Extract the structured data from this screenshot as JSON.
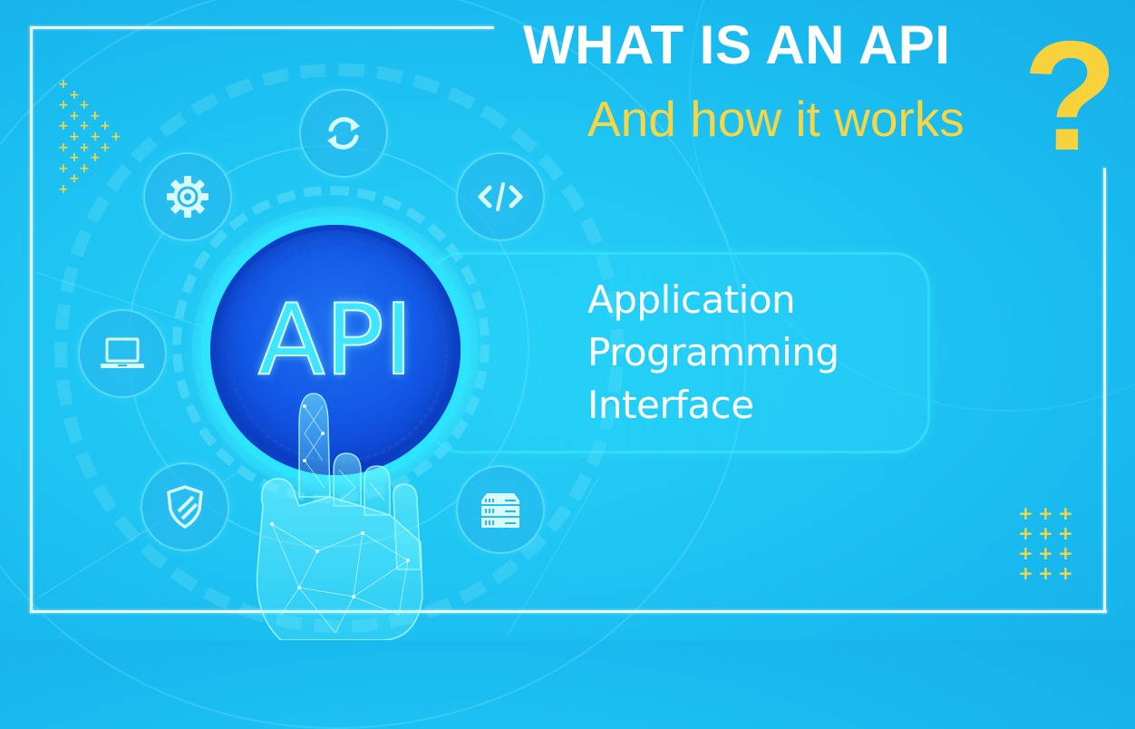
{
  "header": {
    "title": "WHAT IS AN API",
    "subtitle": "And how it works",
    "question_mark": "?"
  },
  "center_badge": {
    "label": "API"
  },
  "definition_panel": {
    "lines": [
      "Application",
      "Programming",
      "Interface"
    ]
  },
  "orbit_icons": [
    {
      "name": "gear-icon",
      "meaning": "settings"
    },
    {
      "name": "refresh-icon",
      "meaning": "sync"
    },
    {
      "name": "code-icon",
      "meaning": "code"
    },
    {
      "name": "laptop-icon",
      "meaning": "computer"
    },
    {
      "name": "shield-icon",
      "meaning": "security"
    },
    {
      "name": "server-icon",
      "meaning": "server"
    }
  ],
  "colors": {
    "background": "#1fc6f3",
    "title_white": "#ffffff",
    "accent_yellow": "#f6d547",
    "badge_blue": "#1359e6",
    "glow_cyan": "#2de4ff",
    "frame": "#eaffff"
  },
  "decorations": {
    "plus_symbol": "+"
  }
}
